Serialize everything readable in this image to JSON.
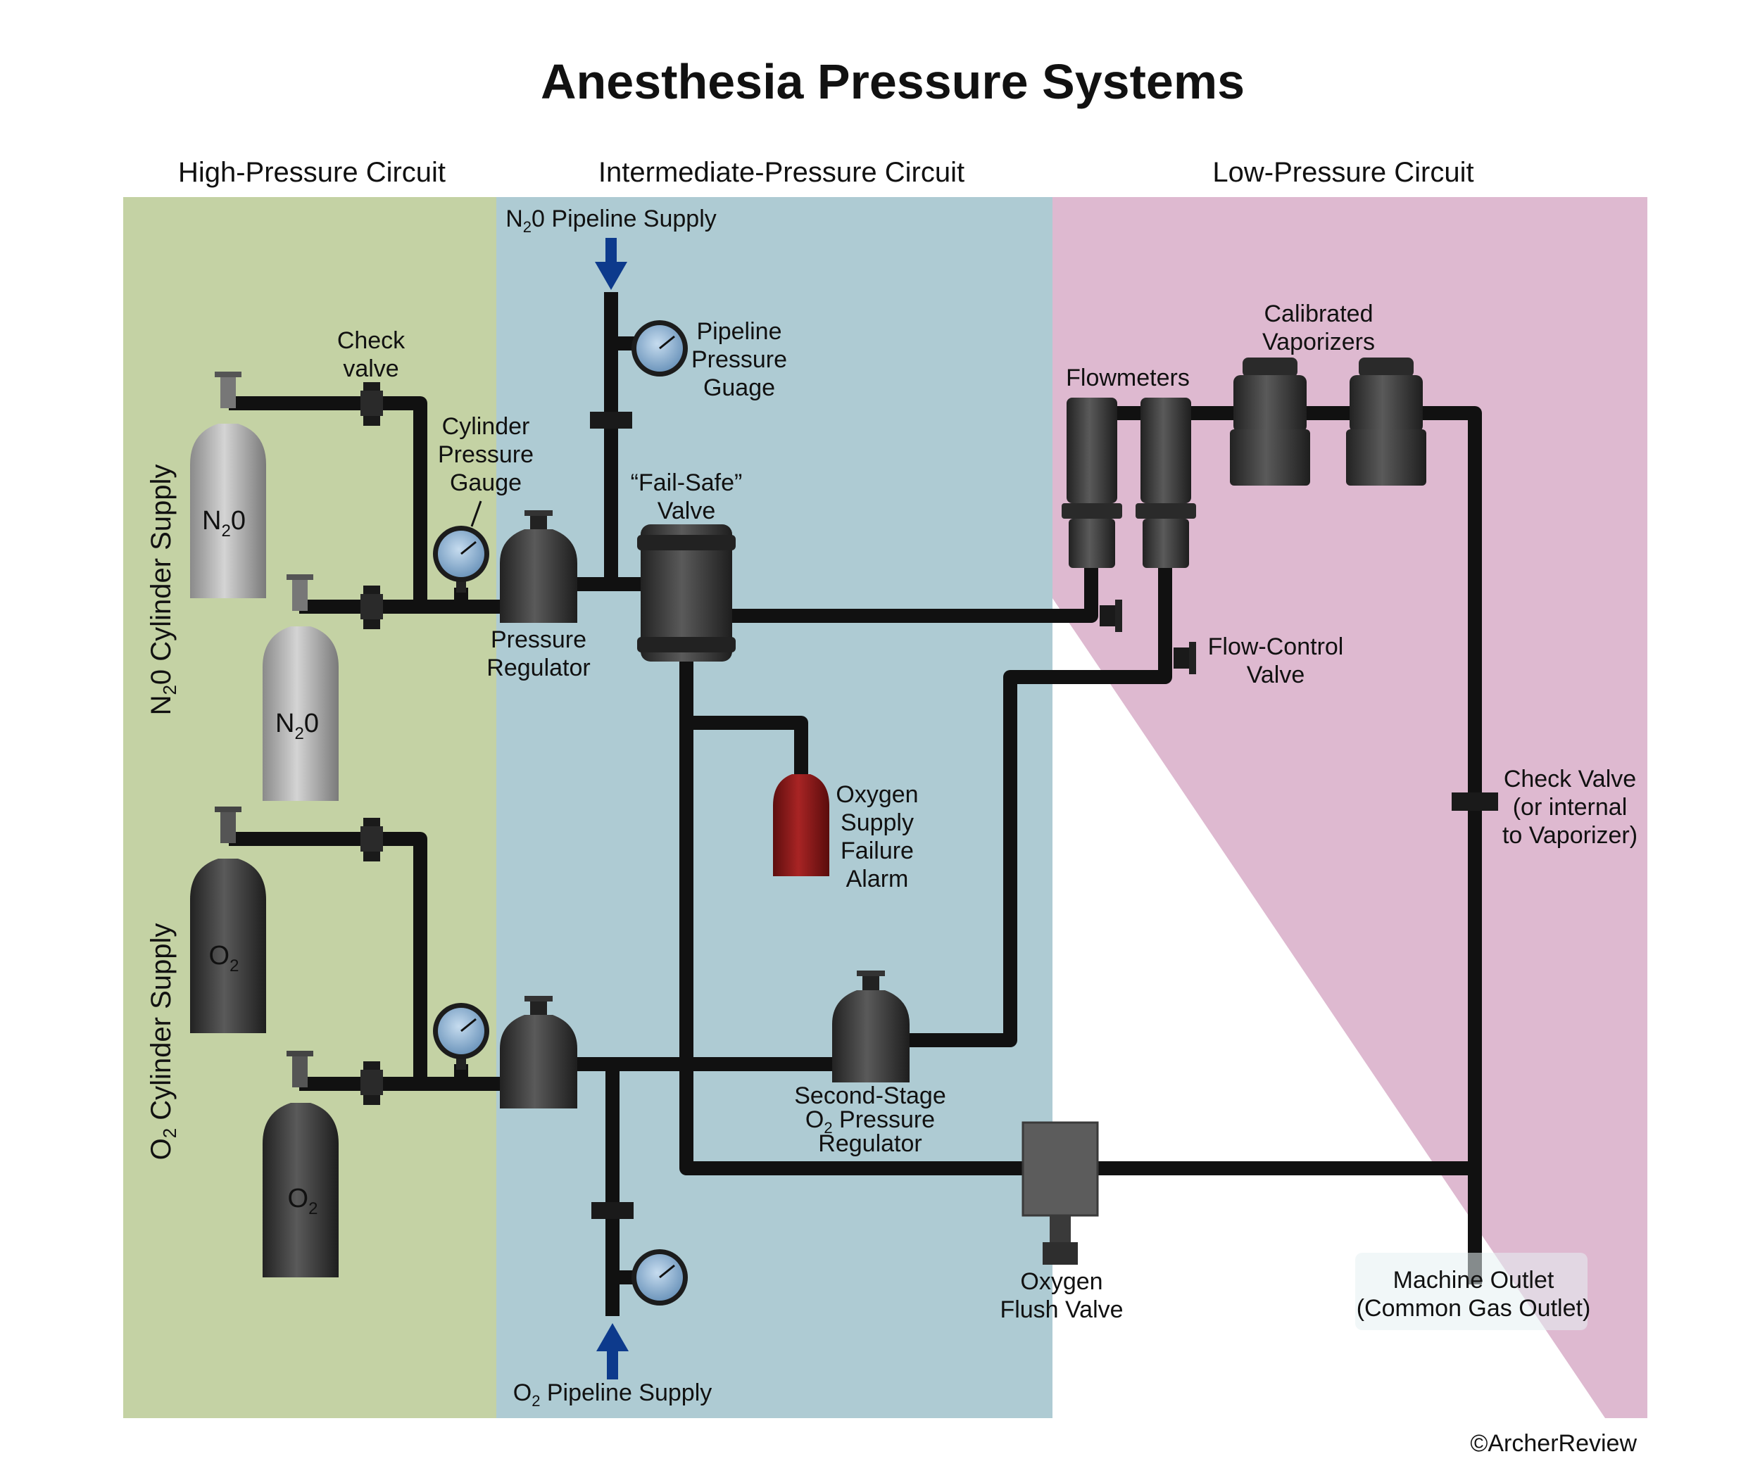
{
  "title": "Anesthesia Pressure Systems",
  "sections": {
    "high": "High-Pressure Circuit",
    "intermediate": "Intermediate-Pressure Circuit",
    "low": "Low-Pressure Circuit"
  },
  "side_labels": {
    "n2o_a": "N",
    "n2o_sub": "2",
    "n2o_b": "0 Cylinder Supply",
    "o2_a": "O",
    "o2_sub": "2",
    "o2_b": " Cylinder Supply"
  },
  "cylinders": {
    "n2o_main": "N",
    "n2o_sub": "2",
    "n2o_tail": "0",
    "o2_main": "O",
    "o2_sub": "2"
  },
  "labels": {
    "check_valve": [
      "Check",
      "valve"
    ],
    "cylinder_pressure_gauge": [
      "Cylinder",
      "Pressure",
      "Gauge"
    ],
    "pressure_regulator": [
      "Pressure",
      "Regulator"
    ],
    "n2o_pipeline_a": "N",
    "n2o_pipeline_sub": "2",
    "n2o_pipeline_b": "0 Pipeline Supply",
    "pipeline_pressure_gauge": [
      "Pipeline",
      "Pressure",
      "Guage"
    ],
    "fail_safe_valve": [
      "“Fail-Safe”",
      "Valve"
    ],
    "flowmeters": "Flowmeters",
    "calibrated_vaporizers": [
      "Calibrated",
      "Vaporizers"
    ],
    "flow_control_valve": [
      "Flow-Control",
      "Valve"
    ],
    "oxygen_supply_failure_alarm": [
      "Oxygen",
      "Supply",
      "Failure",
      "Alarm"
    ],
    "check_valve_vaporizer": [
      "Check Valve",
      "(or internal",
      "to Vaporizer)"
    ],
    "second_stage_a": "Second-Stage",
    "second_stage_b1": "O",
    "second_stage_sub": "2",
    "second_stage_b2": " Pressure",
    "second_stage_c": "Regulator",
    "oxygen_flush_valve": [
      "Oxygen",
      "Flush Valve"
    ],
    "machine_outlet": [
      "Machine Outlet",
      "(Common Gas Outlet)"
    ],
    "o2_pipeline_a": "O",
    "o2_pipeline_sub": "2",
    "o2_pipeline_b": " Pipeline Supply"
  },
  "copyright": "©ArcherReview",
  "colors": {
    "high_zone": "#c4d2a4",
    "intermediate_zone": "#aecbd3",
    "low_zone": "#deb9d0",
    "pipe": "#111111",
    "arrow": "#0d3a8c",
    "n2o_cylinder": "#b4b4b4",
    "o2_cylinder": "#3c3c3c",
    "alarm": "#8e1a1a",
    "gauge_face": "#8fb3d2"
  }
}
